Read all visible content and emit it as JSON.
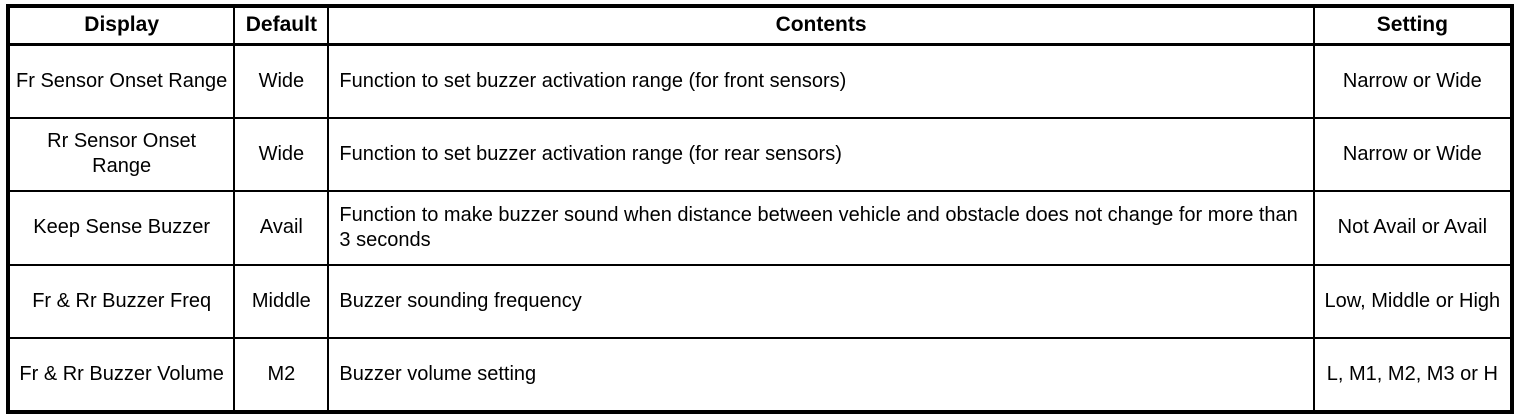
{
  "table": {
    "columns": [
      {
        "key": "display",
        "label": "Display"
      },
      {
        "key": "default",
        "label": "Default"
      },
      {
        "key": "contents",
        "label": "Contents"
      },
      {
        "key": "setting",
        "label": "Setting"
      }
    ],
    "rows": [
      {
        "display": "Fr Sensor Onset Range",
        "default": "Wide",
        "contents": "Function to set buzzer activation range (for front sensors)",
        "setting": "Narrow or Wide"
      },
      {
        "display": "Rr Sensor Onset Range",
        "default": "Wide",
        "contents": "Function to set buzzer activation range (for rear sensors)",
        "setting": "Narrow or Wide"
      },
      {
        "display": "Keep Sense Buzzer",
        "default": "Avail",
        "contents": "Function to make buzzer sound when distance between vehicle and obstacle does not change for more than 3 seconds",
        "setting": "Not Avail or Avail"
      },
      {
        "display": "Fr & Rr Buzzer Freq",
        "default": "Middle",
        "contents": "Buzzer sounding frequency",
        "setting": "Low, Middle or High"
      },
      {
        "display": "Fr & Rr Buzzer Volume",
        "default": "M2",
        "contents": "Buzzer volume setting",
        "setting": "L, M1, M2, M3 or H"
      }
    ],
    "colors": {
      "border": "#000000",
      "text": "#000000",
      "background": "#ffffff"
    }
  }
}
